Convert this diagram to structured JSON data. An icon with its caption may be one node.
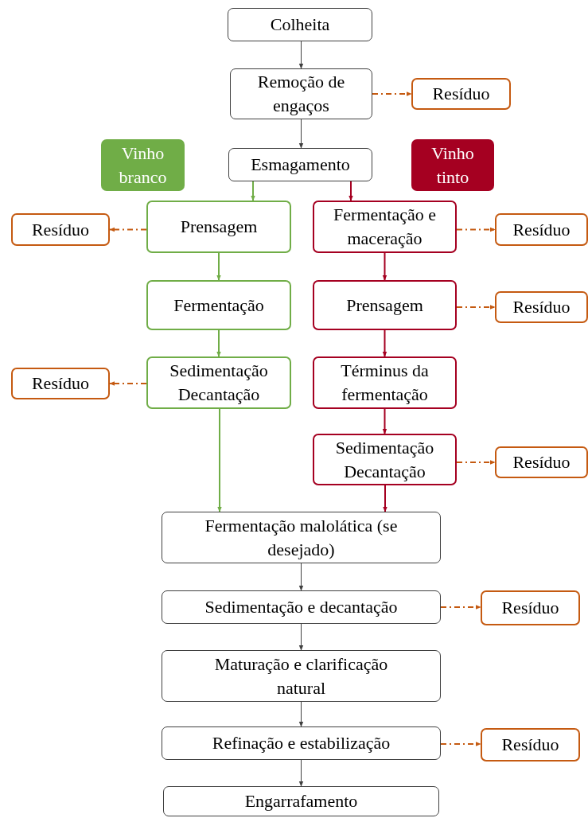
{
  "diagram": {
    "nodes": [
      {
        "text": [
          "Colheita"
        ]
      },
      {
        "text": [
          "Remoção de engaços"
        ]
      },
      {
        "text": [
          "Resíduo"
        ]
      },
      {
        "text": [
          "Vinho branco"
        ]
      },
      {
        "text": [
          "Esmagamento"
        ]
      },
      {
        "text": [
          "Vinho tinto"
        ]
      },
      {
        "text": [
          "Resíduo"
        ]
      },
      {
        "text": [
          "Prensagem"
        ]
      },
      {
        "text": [
          "Fermentação e maceração"
        ]
      },
      {
        "text": [
          "Resíduo"
        ]
      },
      {
        "text": [
          "Fermentação"
        ]
      },
      {
        "text": [
          "Prensagem"
        ]
      },
      {
        "text": [
          "Resíduo"
        ]
      },
      {
        "text": [
          "Resíduo"
        ]
      },
      {
        "text": [
          "Sedimentação Decantação"
        ]
      },
      {
        "text": [
          "Términus da fermentação"
        ]
      },
      {
        "text": [
          "Sedimentação Decantação"
        ]
      },
      {
        "text": [
          "Resíduo"
        ]
      },
      {
        "text": [
          "Fermentação malolática (se desejado)"
        ]
      },
      {
        "text": [
          "Sedimentação e decantação"
        ]
      },
      {
        "text": [
          "Resíduo"
        ]
      },
      {
        "text": [
          "Maturação e clarificação natural"
        ]
      },
      {
        "text": [
          "Refinação e estabilização"
        ]
      },
      {
        "text": [
          "Resíduo"
        ]
      },
      {
        "text": [
          "Engarrafamento"
        ]
      }
    ],
    "edges": [
      {
        "from": 0,
        "to": 1,
        "arrow": "to",
        "color": "#404040"
      },
      {
        "from": 1,
        "to": 2,
        "arrow": "to",
        "style": "dashed",
        "color": "#c55a11"
      },
      {
        "from": 1,
        "to": 4,
        "arrow": "to",
        "color": "#404040"
      },
      {
        "from": 4,
        "to": 7,
        "arrow": "to",
        "color": "#70ad47"
      },
      {
        "from": 4,
        "to": 8,
        "arrow": "to",
        "color": "#a50021"
      },
      {
        "from": 7,
        "to": 6,
        "arrow": "to",
        "style": "dashed",
        "color": "#c55a11"
      },
      {
        "from": 8,
        "to": 9,
        "arrow": "to",
        "style": "dashed",
        "color": "#c55a11"
      },
      {
        "from": 7,
        "to": 10,
        "arrow": "to",
        "color": "#70ad47"
      },
      {
        "from": 8,
        "to": 11,
        "arrow": "to",
        "color": "#a50021"
      },
      {
        "from": 11,
        "to": 12,
        "arrow": "to",
        "style": "dashed",
        "color": "#c55a11"
      },
      {
        "from": 10,
        "to": 14,
        "arrow": "to",
        "color": "#70ad47"
      },
      {
        "from": 11,
        "to": 15,
        "arrow": "to",
        "color": "#a50021"
      },
      {
        "from": 14,
        "to": 13,
        "arrow": "to",
        "style": "dashed",
        "color": "#c55a11"
      },
      {
        "from": 15,
        "to": 16,
        "arrow": "to",
        "color": "#a50021"
      },
      {
        "from": 16,
        "to": 17,
        "arrow": "to",
        "style": "dashed",
        "color": "#c55a11"
      },
      {
        "from": 14,
        "to": 18,
        "arrow": "to",
        "color": "#70ad47"
      },
      {
        "from": 16,
        "to": 18,
        "arrow": "to",
        "color": "#a50021"
      },
      {
        "from": 18,
        "to": 19,
        "arrow": "to",
        "color": "#404040"
      },
      {
        "from": 19,
        "to": 20,
        "arrow": "to",
        "style": "dashed",
        "color": "#c55a11"
      },
      {
        "from": 19,
        "to": 21,
        "arrow": "to",
        "color": "#404040"
      },
      {
        "from": 21,
        "to": 22,
        "arrow": "to",
        "color": "#404040"
      },
      {
        "from": 22,
        "to": 23,
        "arrow": "to",
        "style": "dashed",
        "color": "#c55a11"
      },
      {
        "from": 22,
        "to": 24,
        "arrow": "to",
        "color": "#404040"
      }
    ]
  }
}
